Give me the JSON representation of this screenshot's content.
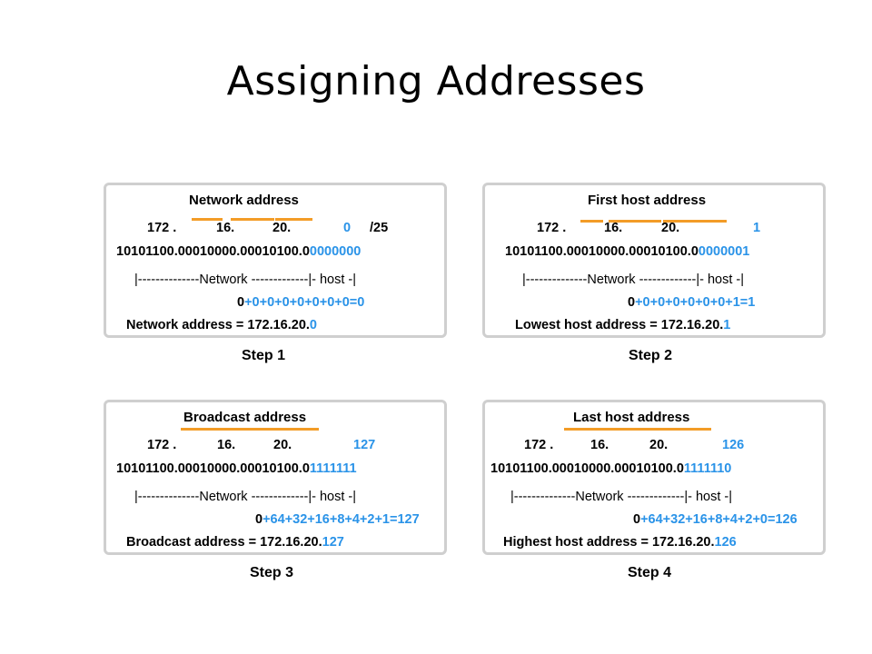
{
  "title": "Assigning Addresses",
  "colors": {
    "orange": "#f39c27",
    "blue": "#2a93e8",
    "border": "#cfcfcf"
  },
  "panels": [
    {
      "heading": "Network address",
      "octets": [
        "172 .",
        "16.",
        "20.",
        "0",
        "/25"
      ],
      "binary_black": "10101100.00010000.00010100.0",
      "binary_blue": "0000000",
      "boundary": "|--------------Network -------------|- host -|",
      "sum_black": "0",
      "sum_blue": "+0+0+0+0+0+0+0=0",
      "result_label": "Network address = 172.16.20.",
      "result_blue": "0",
      "step": "Step 1"
    },
    {
      "heading": "First host address",
      "octets": [
        "172 .",
        "16.",
        "20.",
        "1"
      ],
      "binary_black": "10101100.00010000.00010100.0",
      "binary_blue": "0000001",
      "boundary": "|--------------Network -------------|- host -|",
      "sum_black": "0",
      "sum_blue": "+0+0+0+0+0+0+1=1",
      "result_label": "Lowest host address = 172.16.20.",
      "result_blue": "1",
      "step": "Step 2"
    },
    {
      "heading": "Broadcast address",
      "octets": [
        "172 .",
        "16.",
        "20.",
        "127"
      ],
      "binary_black": "10101100.00010000.00010100.0",
      "binary_blue": "1111111",
      "boundary": "|--------------Network -------------|- host -|",
      "sum_black": "0",
      "sum_blue": "+64+32+16+8+4+2+1=127",
      "result_label": "Broadcast address = 172.16.20.",
      "result_blue": "127",
      "step": "Step 3"
    },
    {
      "heading": "Last host address",
      "octets": [
        "172 .",
        "16.",
        "20.",
        "126"
      ],
      "binary_black": "10101100.00010000.00010100.0",
      "binary_blue": "1111110",
      "boundary": "|--------------Network -------------|- host -|",
      "sum_black": "0",
      "sum_blue": "+64+32+16+8+4+2+0=126",
      "result_label": "Highest host address = 172.16.20.",
      "result_blue": "126",
      "step": "Step 4"
    }
  ]
}
